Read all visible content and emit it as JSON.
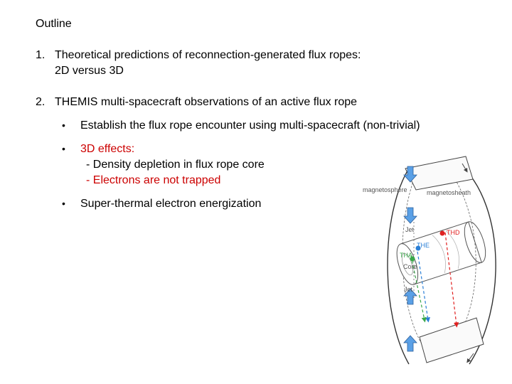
{
  "slide": {
    "title": "Outline",
    "items": [
      {
        "number": "1.",
        "line1": "Theoretical predictions of reconnection-generated flux ropes:",
        "line2": "2D versus 3D"
      },
      {
        "number": "2.",
        "line1": "THEMIS multi-spacecraft observations of an active flux rope"
      }
    ],
    "bullets": [
      {
        "marker": "•",
        "text": "Establish the flux rope encounter using multi-spacecraft (non-trivial)"
      },
      {
        "marker": "•",
        "text": "3D effects:",
        "sub": [
          "- Density depletion in flux rope core",
          "- Electrons are not trapped"
        ]
      },
      {
        "marker": "•",
        "text": "Super-thermal electron energization"
      }
    ]
  },
  "diagram": {
    "labels": {
      "magnetosphere": "magnetosphere",
      "magnetosheath": "magnetosheath",
      "jet_top": "Jet",
      "jet_bottom": "Jet",
      "core": "Core",
      "thd": "THD",
      "the": "THE",
      "tha": "THA"
    },
    "colors": {
      "red": "#e02020",
      "blue": "#2a7fd6",
      "green": "#3aa84a",
      "arrow_fill": "#5aa0e6",
      "arrow_stroke": "#2d5f9a"
    }
  }
}
